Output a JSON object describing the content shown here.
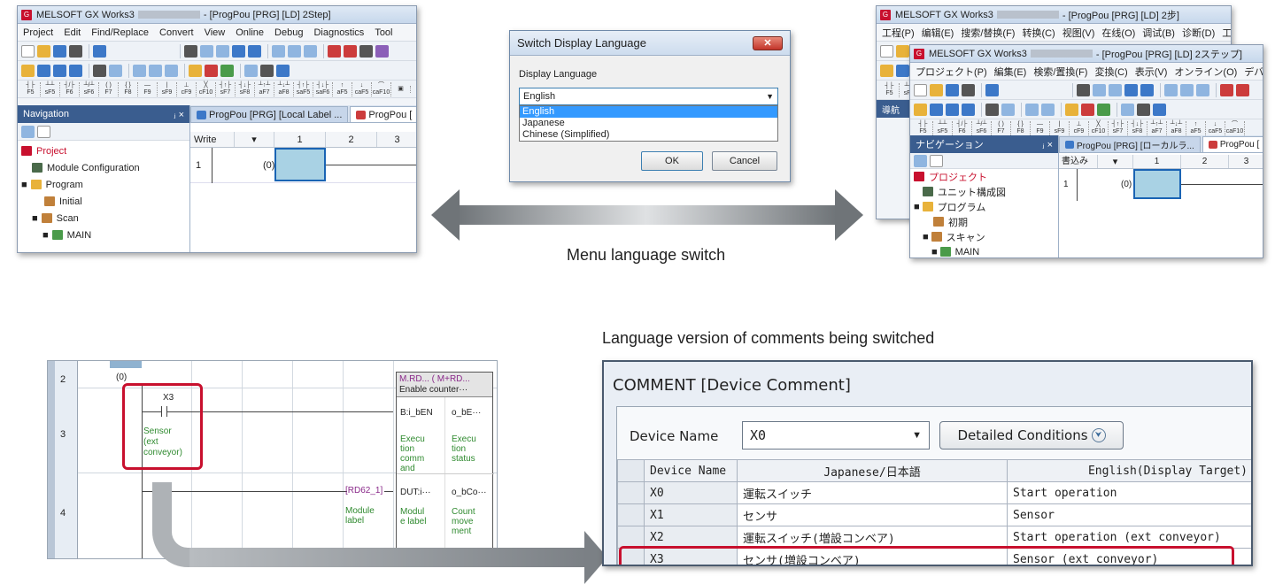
{
  "en_window": {
    "title_app": "MELSOFT GX Works3",
    "title_rest": "- [ProgPou [PRG] [LD] 2Step]",
    "menus": [
      "Project",
      "Edit",
      "Find/Replace",
      "Convert",
      "View",
      "Online",
      "Debug",
      "Diagnostics",
      "Tool"
    ],
    "nav_title": "Navigation",
    "nav_pin": "ⱼ ×",
    "tree": [
      "Project",
      "Module Configuration",
      "Program",
      "Initial",
      "Scan",
      "MAIN"
    ],
    "tabs": [
      "ProgPou [PRG] [Local Label ...",
      "ProgPou ["
    ],
    "grid_header": [
      "Write",
      "▾",
      "1",
      "2",
      "3"
    ],
    "row_number": "1",
    "contact_label": "(0)"
  },
  "dialog": {
    "title": "Switch Display Language",
    "label": "Display Language",
    "selected": "English",
    "options": [
      "English",
      "Japanese",
      "Chinese (Simplified)"
    ],
    "ok": "OK",
    "cancel": "Cancel"
  },
  "jp_back": {
    "title_app": "MELSOFT GX Works3",
    "title_rest": "- [ProgPou [PRG] [LD] 2步]",
    "menus": [
      "工程(P)",
      "编辑(E)",
      "搜索/替换(F)",
      "转换(C)",
      "视图(V)",
      "在线(O)",
      "调试(B)",
      "诊断(D)",
      "工具"
    ],
    "nav_short": "導航"
  },
  "jp_front": {
    "title_app": "MELSOFT GX Works3",
    "title_rest": "- [ProgPou [PRG] [LD] 2ステップ]",
    "menus": [
      "プロジェクト(P)",
      "編集(E)",
      "検索/置換(F)",
      "変換(C)",
      "表示(V)",
      "オンライン(O)",
      "デバッグ(D)"
    ],
    "nav_title": "ナビゲーション",
    "nav_pin": "ⱼ ×",
    "tree": [
      "プロジェクト",
      "ユニット構成図",
      "プログラム",
      "初期",
      "スキャン",
      "MAIN"
    ],
    "tabs": [
      "ProgPou [PRG] [ローカルラ...",
      "ProgPou ["
    ],
    "grid_header": [
      "書込み",
      "▾",
      "1",
      "2",
      "3"
    ],
    "row_number": "1",
    "contact_label": "(0)"
  },
  "captions": {
    "menu_switch": "Menu language switch",
    "comment_switch": "Language version of comments being switched"
  },
  "ladder": {
    "rows": [
      "2",
      "3",
      "4"
    ],
    "row2_label": "(0)",
    "contact": "X3",
    "comment_lines": [
      "Sensor",
      "(ext",
      "conveyor)"
    ],
    "fb_title": "M.RD... ( M+RD...",
    "fb_sub": "Enable counter···",
    "fb_in1": "B:i_bEN",
    "fb_out1": "o_bE···",
    "fb_in1_cmt": [
      "Execu",
      "tion",
      "comm",
      "and"
    ],
    "fb_out1_cmt": [
      "Execu",
      "tion",
      "status"
    ],
    "label_ref": "RD62_1",
    "fb_in2": "DUT:i···",
    "fb_out2": "o_bCo···",
    "module_label": [
      "Module",
      "label"
    ],
    "fb_in2_cmt": [
      "Modul",
      "e label"
    ],
    "fb_out2_cmt": [
      "Count",
      "move",
      "ment"
    ]
  },
  "comment": {
    "title": "COMMENT [Device Comment]",
    "device_name_label": "Device Name",
    "device_value": "X0",
    "detailed": "Detailed Conditions",
    "headers": [
      "Device Name",
      "Japanese/日本語",
      "English(Display Target)"
    ],
    "rows": [
      [
        "X0",
        "運転スイッチ",
        "Start operation"
      ],
      [
        "X1",
        "センサ",
        "Sensor"
      ],
      [
        "X2",
        "運転スイッチ(増設コンベア)",
        "Start operation (ext conveyor)"
      ],
      [
        "X3",
        "センサ(増設コンベア)",
        "Sensor (ext conveyor)"
      ]
    ]
  },
  "colors": {
    "highlight": "#c8102e",
    "nav_header": "#3a5d8f",
    "selection": "#3399ff"
  }
}
